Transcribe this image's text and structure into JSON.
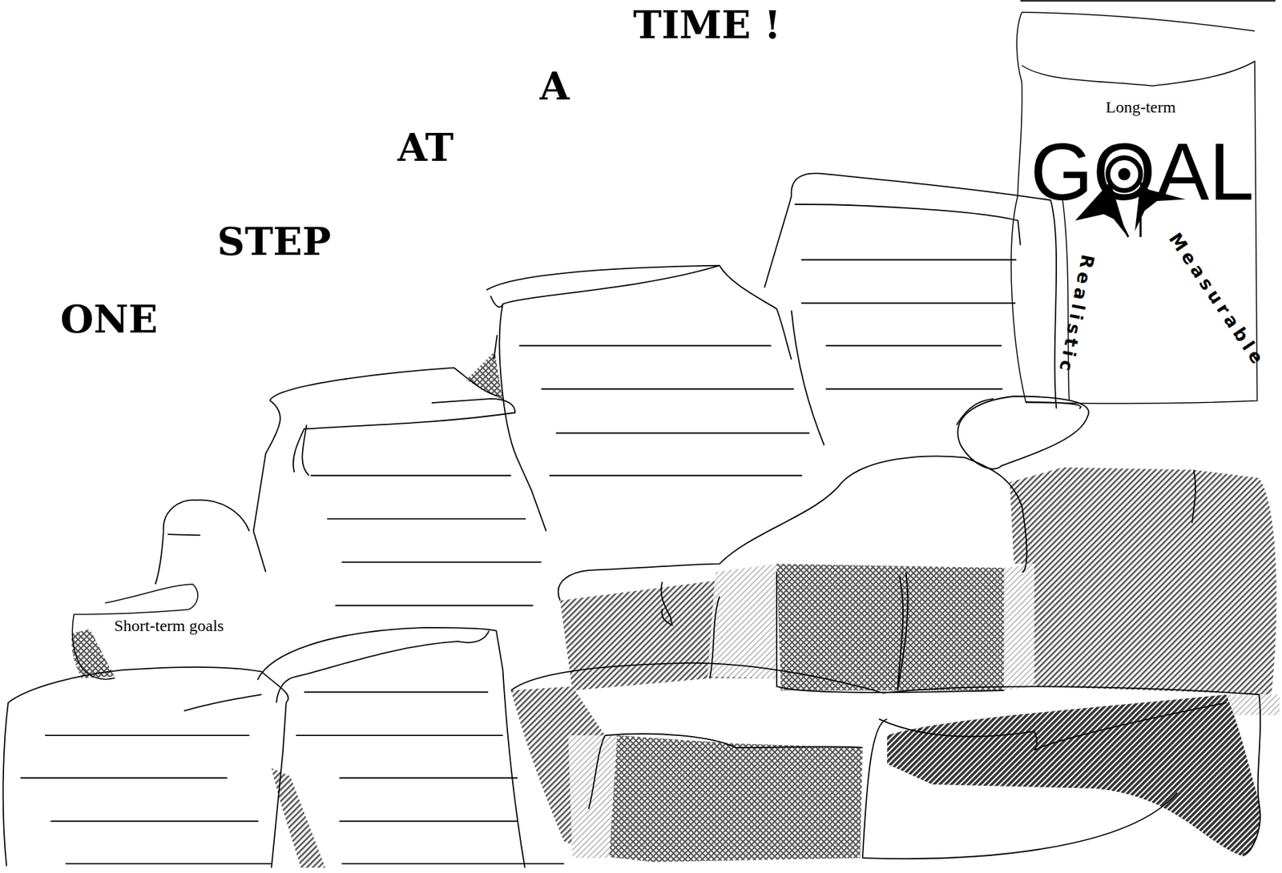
{
  "diagram": {
    "nodes": [
      {
        "text": [
          "Long-term",
          "GOAL"
        ]
      },
      {
        "text": [
          "Short-term goals"
        ]
      }
    ],
    "labels": [
      "ONE",
      "STEP",
      "AT",
      "A",
      "TIME !",
      "Realistic",
      "Measurable"
    ]
  }
}
